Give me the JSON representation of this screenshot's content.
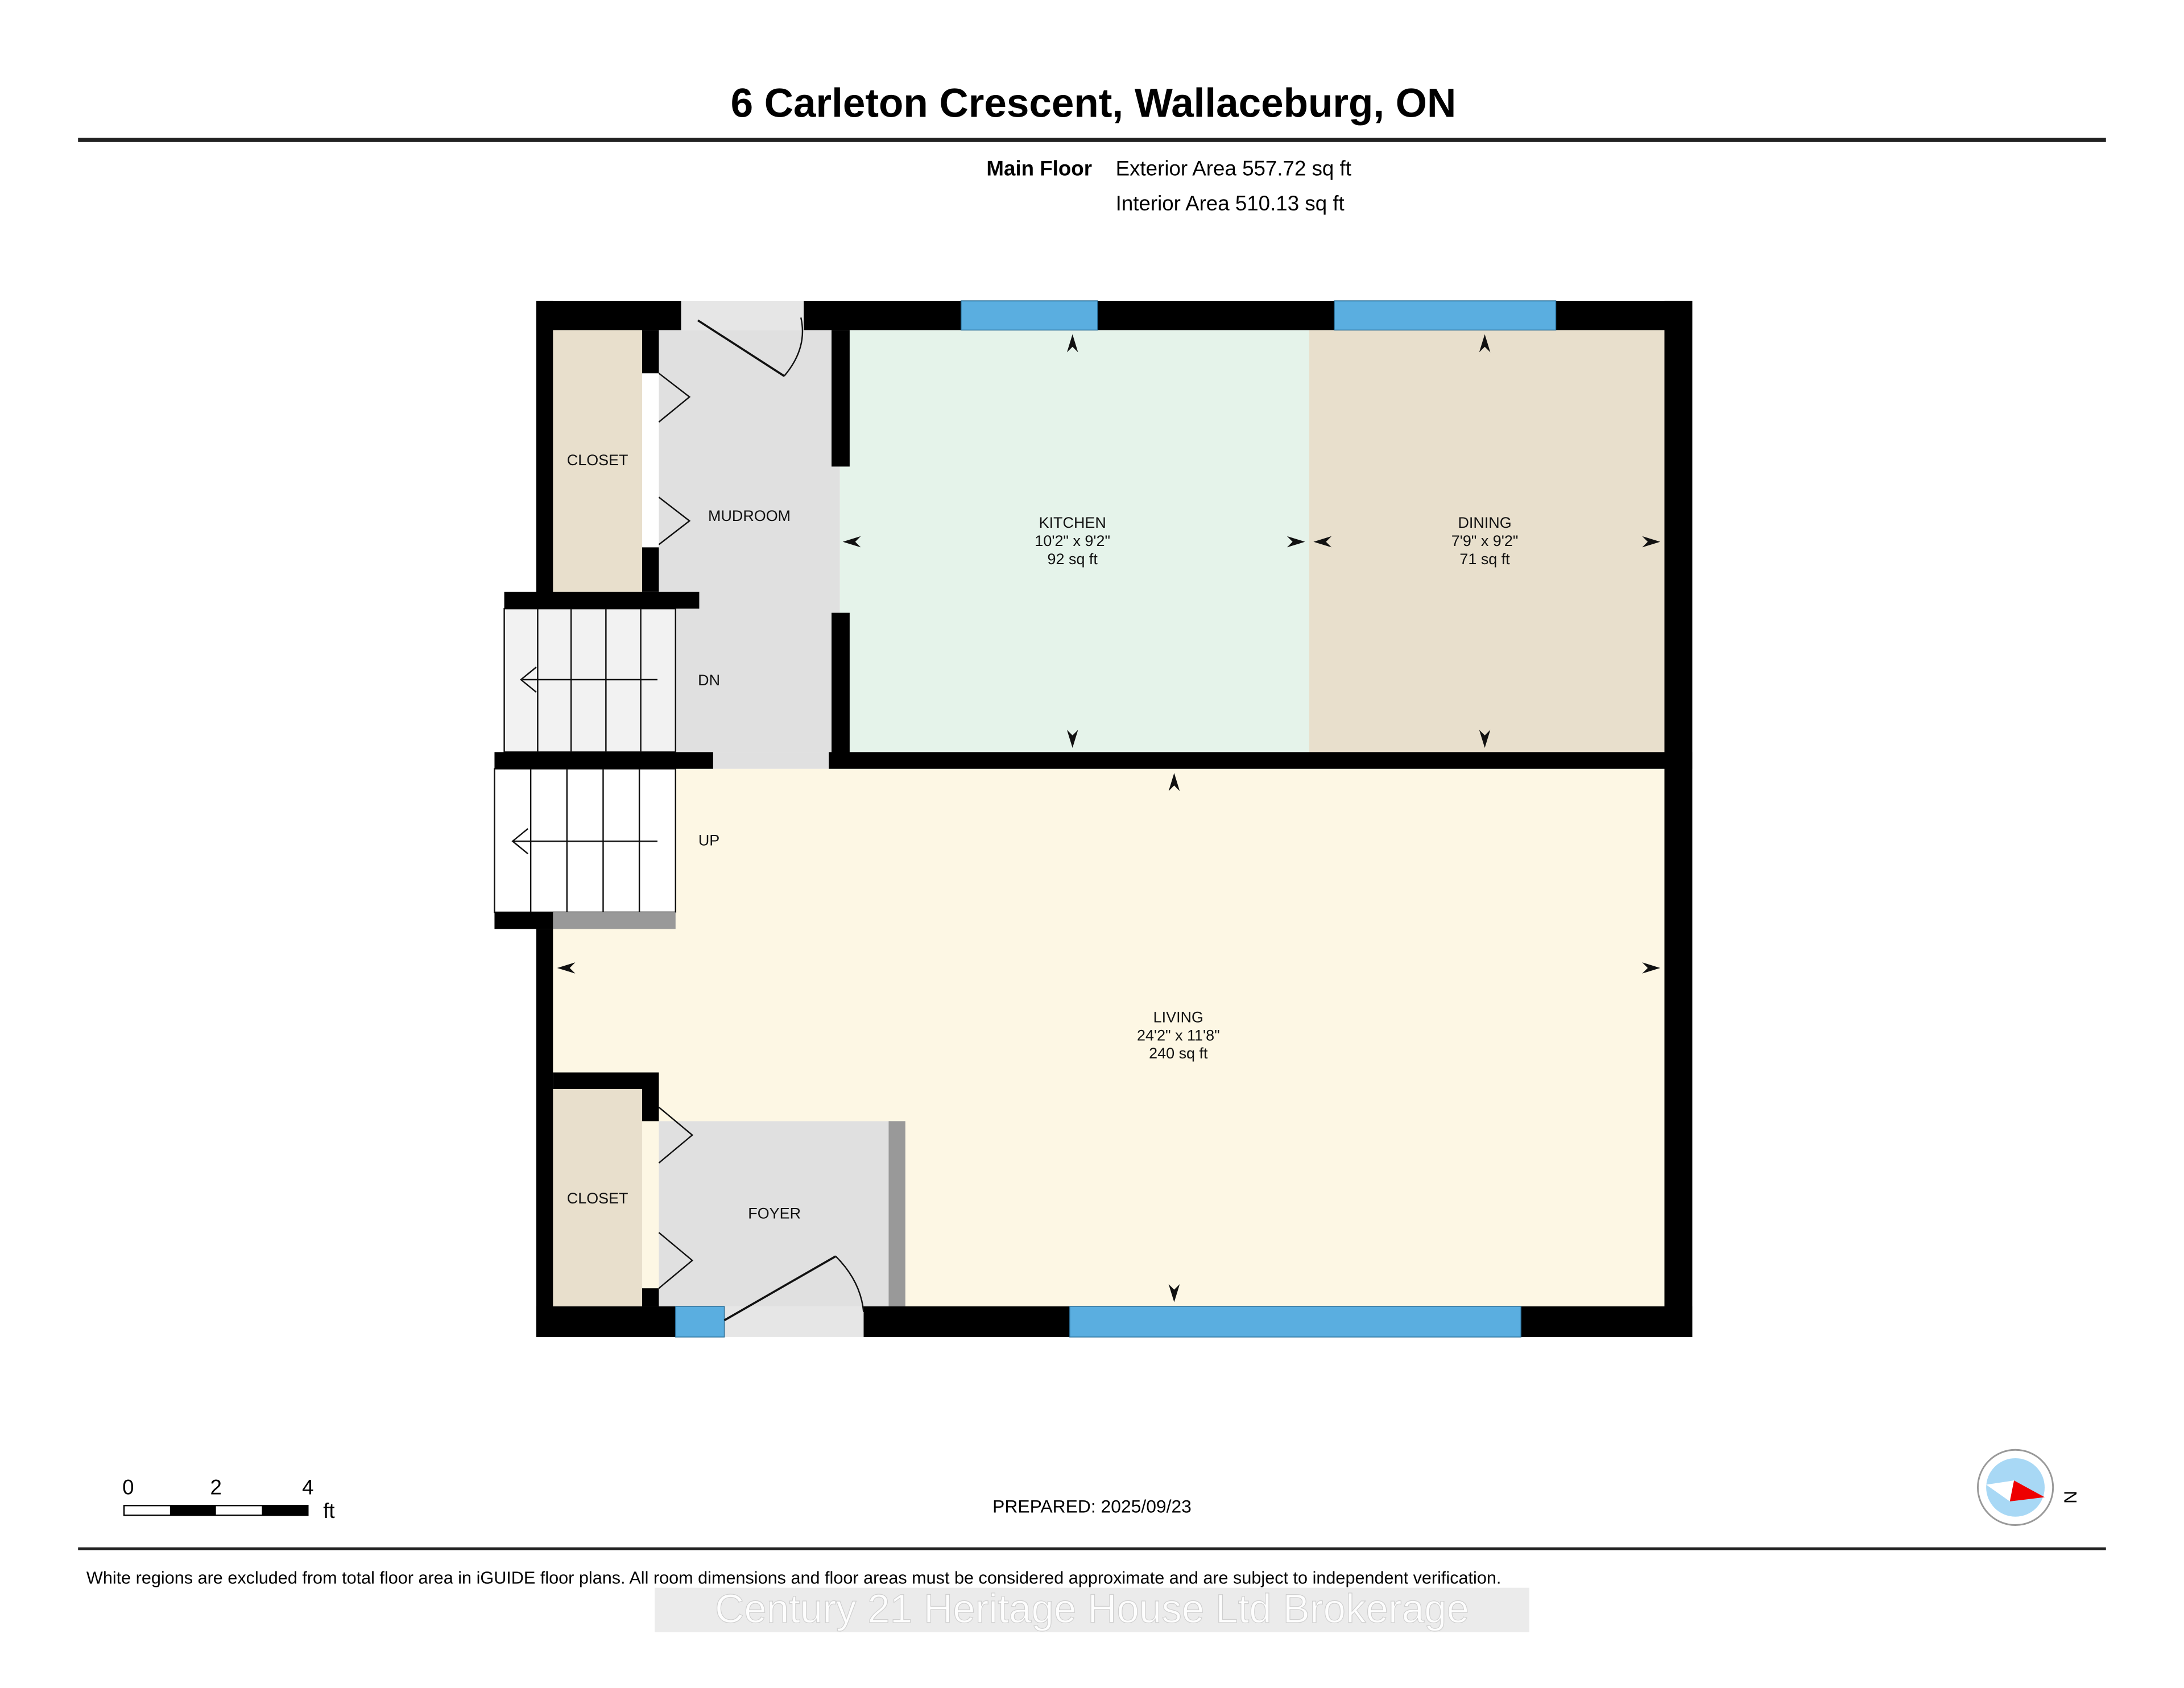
{
  "title": "6 Carleton Crescent, Wallaceburg, ON",
  "floor": {
    "name": "Main Floor",
    "exterior_area": "Exterior Area 557.72 sq ft",
    "interior_area": "Interior Area 510.13 sq ft"
  },
  "rooms": {
    "closet_top": {
      "name": "CLOSET"
    },
    "mudroom": {
      "name": "MUDROOM"
    },
    "kitchen": {
      "name": "KITCHEN",
      "dims": "10'2\" x 9'2\"",
      "area": "92 sq ft"
    },
    "dining": {
      "name": "DINING",
      "dims": "7'9\" x 9'2\"",
      "area": "71 sq ft"
    },
    "living": {
      "name": "LIVING",
      "dims": "24'2\" x 11'8\"",
      "area": "240 sq ft"
    },
    "closet_bottom": {
      "name": "CLOSET"
    },
    "foyer": {
      "name": "FOYER"
    },
    "stairs_down": {
      "label": "DN"
    },
    "stairs_up": {
      "label": "UP"
    }
  },
  "scale_bar": {
    "ticks": [
      "0",
      "2",
      "4"
    ],
    "unit": "ft"
  },
  "prepared": "PREPARED: 2025/09/23",
  "compass": {
    "label": "N"
  },
  "disclaimer": "White regions are excluded from total floor area in iGUIDE floor plans. All room dimensions and floor areas must be considered approximate and are subject to independent verification.",
  "watermark": "Century 21 Heritage House Ltd Brokerage",
  "colors": {
    "wall": "#000000",
    "window": "#5aaee0",
    "kitchen": "#e5f3ea",
    "dining": "#e8dfcc",
    "living": "#fdf7e4",
    "utility": "#e0e0e0"
  }
}
